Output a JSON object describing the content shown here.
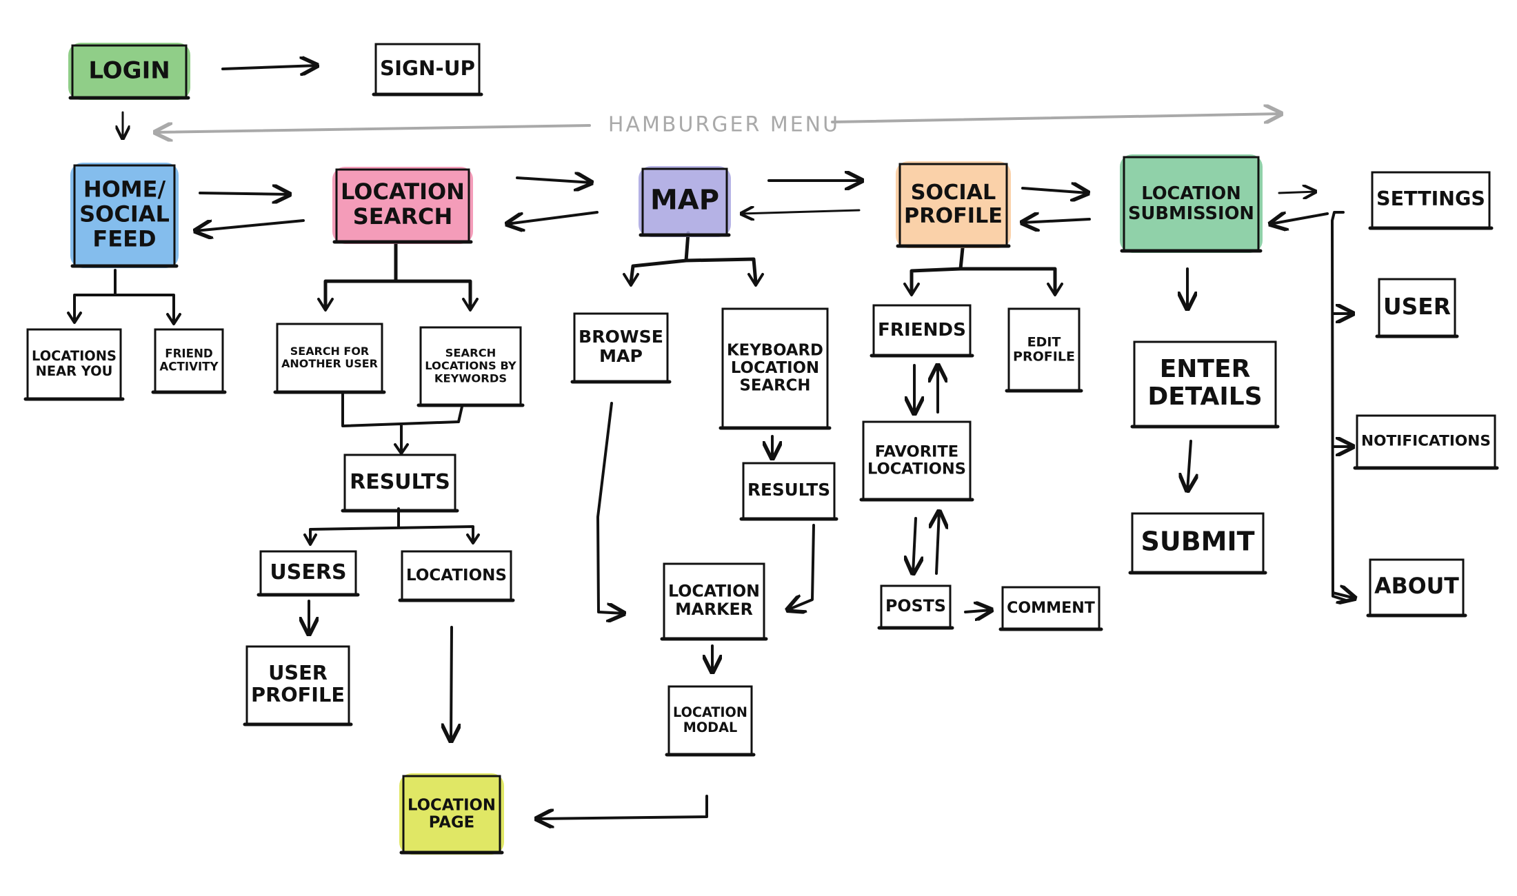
{
  "diagram": {
    "nodes": {
      "login": {
        "lines": [
          "LOGIN"
        ],
        "highlight": "#7cc573"
      },
      "signup": {
        "lines": [
          "SIGN-UP"
        ]
      },
      "home": {
        "lines": [
          "HOME/",
          "SOCIAL",
          "FEED"
        ],
        "highlight": "#6fb2ea"
      },
      "locsearch": {
        "lines": [
          "LOCATION",
          "SEARCH"
        ],
        "highlight": "#f28bad"
      },
      "map": {
        "lines": [
          "MAP"
        ],
        "highlight": "#a8a4e0"
      },
      "social": {
        "lines": [
          "SOCIAL",
          "PROFILE"
        ],
        "highlight": "#f9c99a"
      },
      "locsub": {
        "lines": [
          "LOCATION",
          "SUBMISSION"
        ],
        "highlight": "#7cc99a"
      },
      "settings": {
        "lines": [
          "SETTINGS"
        ]
      },
      "locnear": {
        "lines": [
          "LOCATIONS",
          "NEAR YOU"
        ]
      },
      "friendact": {
        "lines": [
          "FRIEND",
          "ACTIVITY"
        ]
      },
      "searchuser": {
        "lines": [
          "SEARCH FOR",
          "ANOTHER USER"
        ]
      },
      "searchkw": {
        "lines": [
          "SEARCH",
          "LOCATIONS BY",
          "KEYWORDS"
        ]
      },
      "results1": {
        "lines": [
          "RESULTS"
        ]
      },
      "users": {
        "lines": [
          "USERS"
        ]
      },
      "locations": {
        "lines": [
          "LOCATIONS"
        ]
      },
      "userprofile": {
        "lines": [
          "USER",
          "PROFILE"
        ]
      },
      "locpage": {
        "lines": [
          "LOCATION",
          "PAGE"
        ],
        "highlight": "#dbe34a"
      },
      "browsemap": {
        "lines": [
          "BROWSE",
          "MAP"
        ]
      },
      "kbsearch": {
        "lines": [
          "KEYBOARD",
          "LOCATION",
          "SEARCH"
        ]
      },
      "results2": {
        "lines": [
          "RESULTS"
        ]
      },
      "locmarker": {
        "lines": [
          "LOCATION",
          "MARKER"
        ]
      },
      "locmodal": {
        "lines": [
          "LOCATION",
          "MODAL"
        ]
      },
      "friends": {
        "lines": [
          "FRIENDS"
        ]
      },
      "editprofile": {
        "lines": [
          "EDIT",
          "PROFILE"
        ]
      },
      "favloc": {
        "lines": [
          "FAVORITE",
          "LOCATIONS"
        ]
      },
      "posts": {
        "lines": [
          "POSTS"
        ]
      },
      "comment": {
        "lines": [
          "COMMENT"
        ]
      },
      "enterdetails": {
        "lines": [
          "ENTER",
          "DETAILS"
        ]
      },
      "submit": {
        "lines": [
          "SUBMIT"
        ]
      },
      "user": {
        "lines": [
          "USER"
        ]
      },
      "notifications": {
        "lines": [
          "NOTIFICATIONS"
        ]
      },
      "about": {
        "lines": [
          "ABOUT"
        ]
      }
    },
    "hamburger_menu_label": "HAMBURGER MENU",
    "colors": {
      "ink": "#111111",
      "menu_gray": "#a9a9a9"
    }
  }
}
